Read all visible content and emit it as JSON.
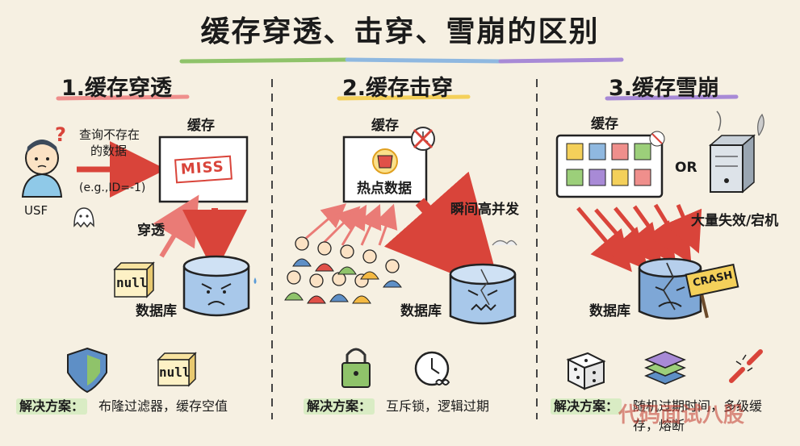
{
  "title": "缓存穿透、击穿、雪崩的区别",
  "colors": {
    "ink": "#1b1b1b",
    "red": "#d9443a",
    "pink": "#ef8f8c",
    "blue": "#8fb8e0",
    "yellow": "#f4d05a",
    "green": "#9ccf7a",
    "purple": "#a88ad6",
    "paper": "#f6f0e2"
  },
  "sections": [
    {
      "title": "1.缓存穿透",
      "cache_label": "缓存",
      "miss_stamp": "MISS",
      "query_label_1": "查询不存在",
      "query_label_2": "的数据",
      "example": "(e.g.,ID=-1)",
      "user_label": "USF",
      "penetrate_label": "穿透",
      "null_label": "null",
      "db_label": "数据库",
      "icons": [
        "shield-icon",
        "null-box-icon"
      ],
      "solution_prefix": "解决方案：",
      "solution_text": "布隆过滤器，缓存空值"
    },
    {
      "title": "2.缓存击穿",
      "cache_label": "缓存",
      "hot_label": "热点数据",
      "concurrency_label": "瞬间高并发",
      "db_label": "数据库",
      "icons": [
        "lock-icon",
        "expiry-clock-icon"
      ],
      "solution_prefix": "解决方案：",
      "solution_text": "互斥锁，逻辑过期"
    },
    {
      "title": "3.缓存雪崩",
      "cache_label": "缓存",
      "or_label": "OR",
      "failure_label": "大量失效/宕机",
      "crash_sign": "CRASH",
      "db_label": "数据库",
      "icons": [
        "dice-icon",
        "layers-icon",
        "broken-fuse-icon"
      ],
      "solution_prefix": "解决方案：",
      "solution_text_1": "随机过期时间，多级缓",
      "solution_text_2": "存，熔断"
    }
  ],
  "watermark": "代码面试八股"
}
